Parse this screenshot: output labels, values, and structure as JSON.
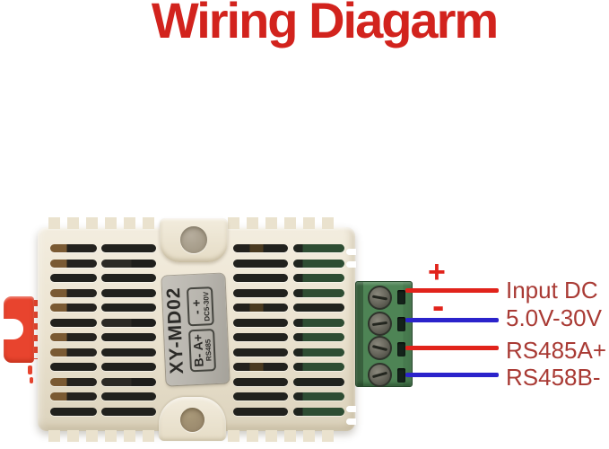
{
  "title": "Wiring Diagarm",
  "device": {
    "model": "XY-MD02",
    "plate_cells": [
      {
        "pins": "B- A+",
        "bus": "RS485"
      },
      {
        "pins": "- +",
        "bus": "DC5-30V"
      }
    ]
  },
  "terminals": [
    {
      "polarity": "+",
      "wire_color": "red",
      "label": "Input DC"
    },
    {
      "polarity": "-",
      "wire_color": "blue",
      "label": "5.0V-30V"
    },
    {
      "polarity": "",
      "wire_color": "red",
      "label": "RS485A+"
    },
    {
      "polarity": "",
      "wire_color": "blue",
      "label": "RS458B-"
    }
  ],
  "colors": {
    "title_red": "#d2231d",
    "label_red": "#a93a34",
    "wire_red": "#e1231b",
    "wire_blue": "#2b23cb",
    "case_cream": "#ece5d3",
    "vent_dark": "#21211d",
    "plate_gray": "#b7b4ad",
    "terminal_green": "#4e8455",
    "clip_red": "#e8442e",
    "screw_gray": "#716f64"
  }
}
